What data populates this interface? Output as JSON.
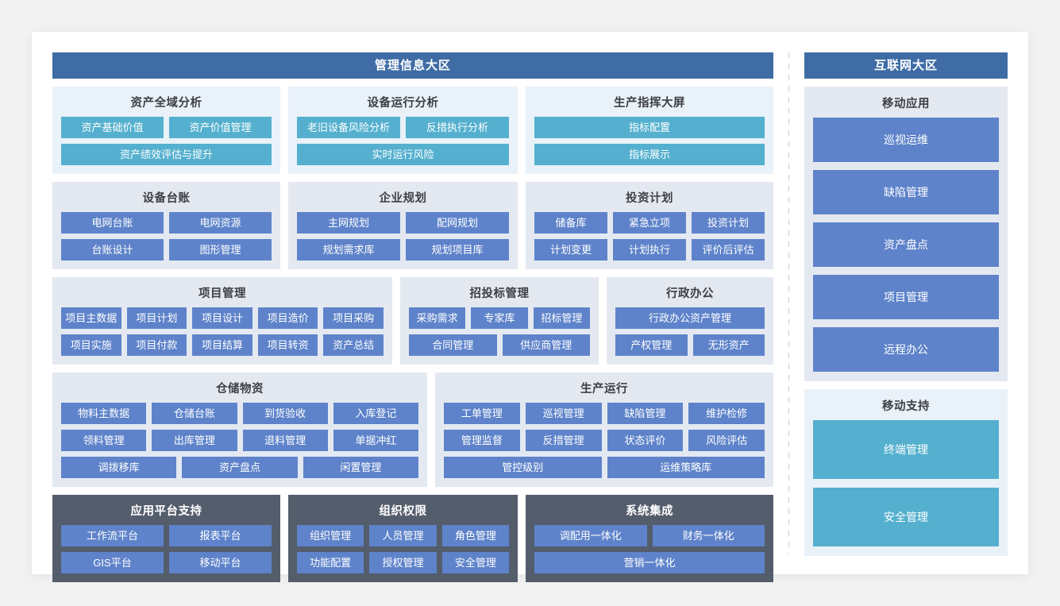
{
  "zones": {
    "left": {
      "title": "管理信息大区",
      "rows": [
        {
          "panels": [
            {
              "name": "asset-global-analysis",
              "title": "资产全域分析",
              "style": "tint-blue",
              "tile_style": "teal",
              "rows": [
                [
                  "资产基础价值",
                  "资产价值管理"
                ],
                [
                  "资产绩效评估与提升"
                ]
              ]
            },
            {
              "name": "equipment-operation-analysis",
              "title": "设备运行分析",
              "style": "tint-blue",
              "tile_style": "teal",
              "rows": [
                [
                  "老旧设备风险分析",
                  "反措执行分析"
                ],
                [
                  "实时运行风险"
                ]
              ]
            },
            {
              "name": "production-command-screen",
              "title": "生产指挥大屏",
              "style": "tint-blue",
              "tile_style": "teal",
              "rows": [
                [
                  "指标配置"
                ],
                [
                  "指标展示"
                ]
              ]
            }
          ]
        },
        {
          "panels": [
            {
              "name": "equipment-ledger",
              "title": "设备台账",
              "style": "",
              "tile_style": "",
              "rows": [
                [
                  "电网台账",
                  "电网资源"
                ],
                [
                  "台账设计",
                  "图形管理"
                ]
              ]
            },
            {
              "name": "enterprise-planning",
              "title": "企业规划",
              "style": "",
              "tile_style": "",
              "rows": [
                [
                  "主网规划",
                  "配网规划"
                ],
                [
                  "规划需求库",
                  "规划项目库"
                ]
              ]
            },
            {
              "name": "investment-plan",
              "title": "投资计划",
              "style": "",
              "tile_style": "",
              "rows": [
                [
                  "储备库",
                  "紧急立项",
                  "投资计划"
                ],
                [
                  "计划变更",
                  "计划执行",
                  "评价后评估"
                ]
              ]
            }
          ]
        },
        {
          "panels": [
            {
              "name": "project-management",
              "title": "项目管理",
              "style": "",
              "tile_style": "",
              "rows": [
                [
                  "项目主数据",
                  "项目计划",
                  "项目设计",
                  "项目造价",
                  "项目采购"
                ],
                [
                  "项目实施",
                  "项目付款",
                  "项目结算",
                  "项目转资",
                  "资产总结"
                ]
              ]
            },
            {
              "name": "bidding-management",
              "title": "招投标管理",
              "style": "",
              "tile_style": "",
              "rows": [
                [
                  "采购需求",
                  "专家库",
                  "招标管理"
                ],
                [
                  "合同管理",
                  "供应商管理"
                ]
              ]
            },
            {
              "name": "administrative-office",
              "title": "行政办公",
              "style": "",
              "tile_style": "",
              "rows": [
                [
                  "行政办公资产管理"
                ],
                [
                  "产权管理",
                  "无形资产"
                ]
              ]
            }
          ]
        },
        {
          "panels": [
            {
              "name": "warehouse-materials",
              "title": "仓储物资",
              "style": "",
              "tile_style": "",
              "rows": [
                [
                  "物料主数据",
                  "仓储台账",
                  "到货验收",
                  "入库登记"
                ],
                [
                  "领料管理",
                  "出库管理",
                  "退料管理",
                  "单据冲红"
                ],
                [
                  "调拨移库",
                  "资产盘点",
                  "闲置管理"
                ]
              ]
            },
            {
              "name": "production-operation",
              "title": "生产运行",
              "style": "",
              "tile_style": "",
              "rows": [
                [
                  "工单管理",
                  "巡视管理",
                  "缺陷管理",
                  "维护检修"
                ],
                [
                  "管理监督",
                  "反措管理",
                  "状态评价",
                  "风险评估"
                ],
                [
                  "管控级别",
                  "运维策略库"
                ]
              ]
            }
          ]
        },
        {
          "panels": [
            {
              "name": "application-platform-support",
              "title": "应用平台支持",
              "style": "tint-dark",
              "tile_style": "",
              "rows": [
                [
                  "工作流平台",
                  "报表平台"
                ],
                [
                  "GIS平台",
                  "移动平台"
                ]
              ]
            },
            {
              "name": "organization-permission",
              "title": "组织权限",
              "style": "tint-dark",
              "tile_style": "",
              "rows": [
                [
                  "组织管理",
                  "人员管理",
                  "角色管理"
                ],
                [
                  "功能配置",
                  "授权管理",
                  "安全管理"
                ]
              ]
            },
            {
              "name": "system-integration",
              "title": "系统集成",
              "style": "tint-dark",
              "tile_style": "",
              "rows": [
                [
                  "调配用一体化",
                  "财务一体化"
                ],
                [
                  "营销一体化"
                ]
              ]
            }
          ]
        }
      ]
    },
    "right": {
      "title": "互联网大区",
      "panels": [
        {
          "name": "mobile-application",
          "title": "移动应用",
          "style": "",
          "tile_style": "",
          "tiles": [
            "巡视运维",
            "缺陷管理",
            "资产盘点",
            "项目管理",
            "远程办公"
          ]
        },
        {
          "name": "mobile-support",
          "title": "移动支持",
          "style": "tint-blue",
          "tile_style": "teal",
          "tiles": [
            "终端管理",
            "安全管理"
          ]
        }
      ]
    }
  },
  "colors": {
    "zone_header": "#3f6ca5",
    "tile_blue": "#5e83ca",
    "tile_teal": "#54b0ce",
    "panel_gray": "#e4e9f1",
    "panel_blue": "#e9f1f9",
    "panel_dark": "#545d6c",
    "card_bg": "#ffffff",
    "page_bg": "#f2f2f2"
  }
}
